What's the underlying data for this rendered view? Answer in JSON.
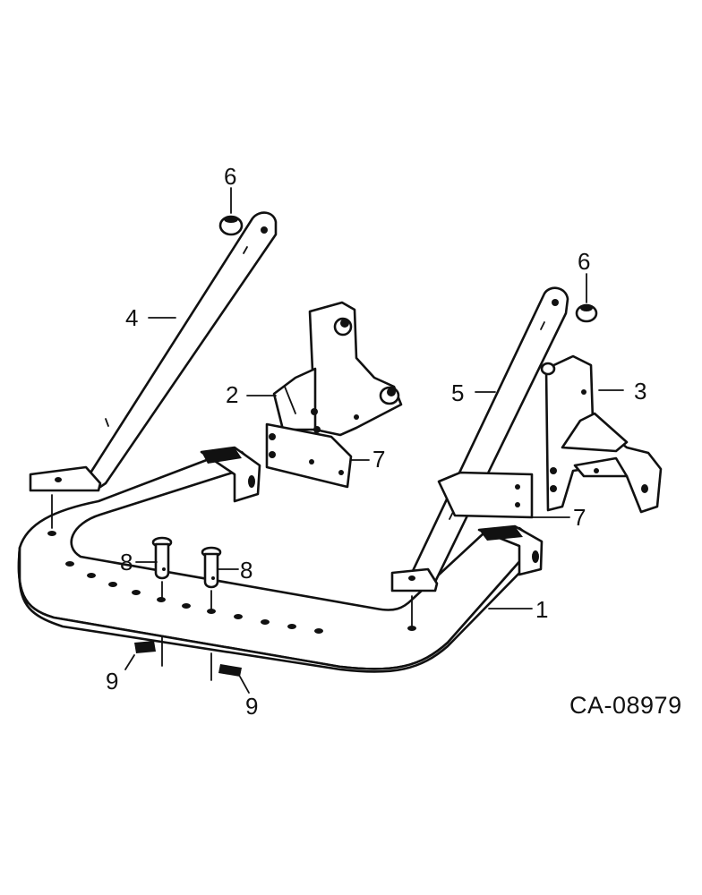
{
  "figure_code": "CA-08979",
  "callouts": {
    "drawbar_frame": "1",
    "left_bracket": "2",
    "right_bracket": "3",
    "left_brace": "4",
    "right_brace": "5",
    "bushing_left": "6",
    "bushing_right": "6",
    "plate_left": "7",
    "plate_right": "7",
    "pin_left": "8",
    "pin_right": "8",
    "clip_left": "9",
    "clip_right": "9"
  }
}
